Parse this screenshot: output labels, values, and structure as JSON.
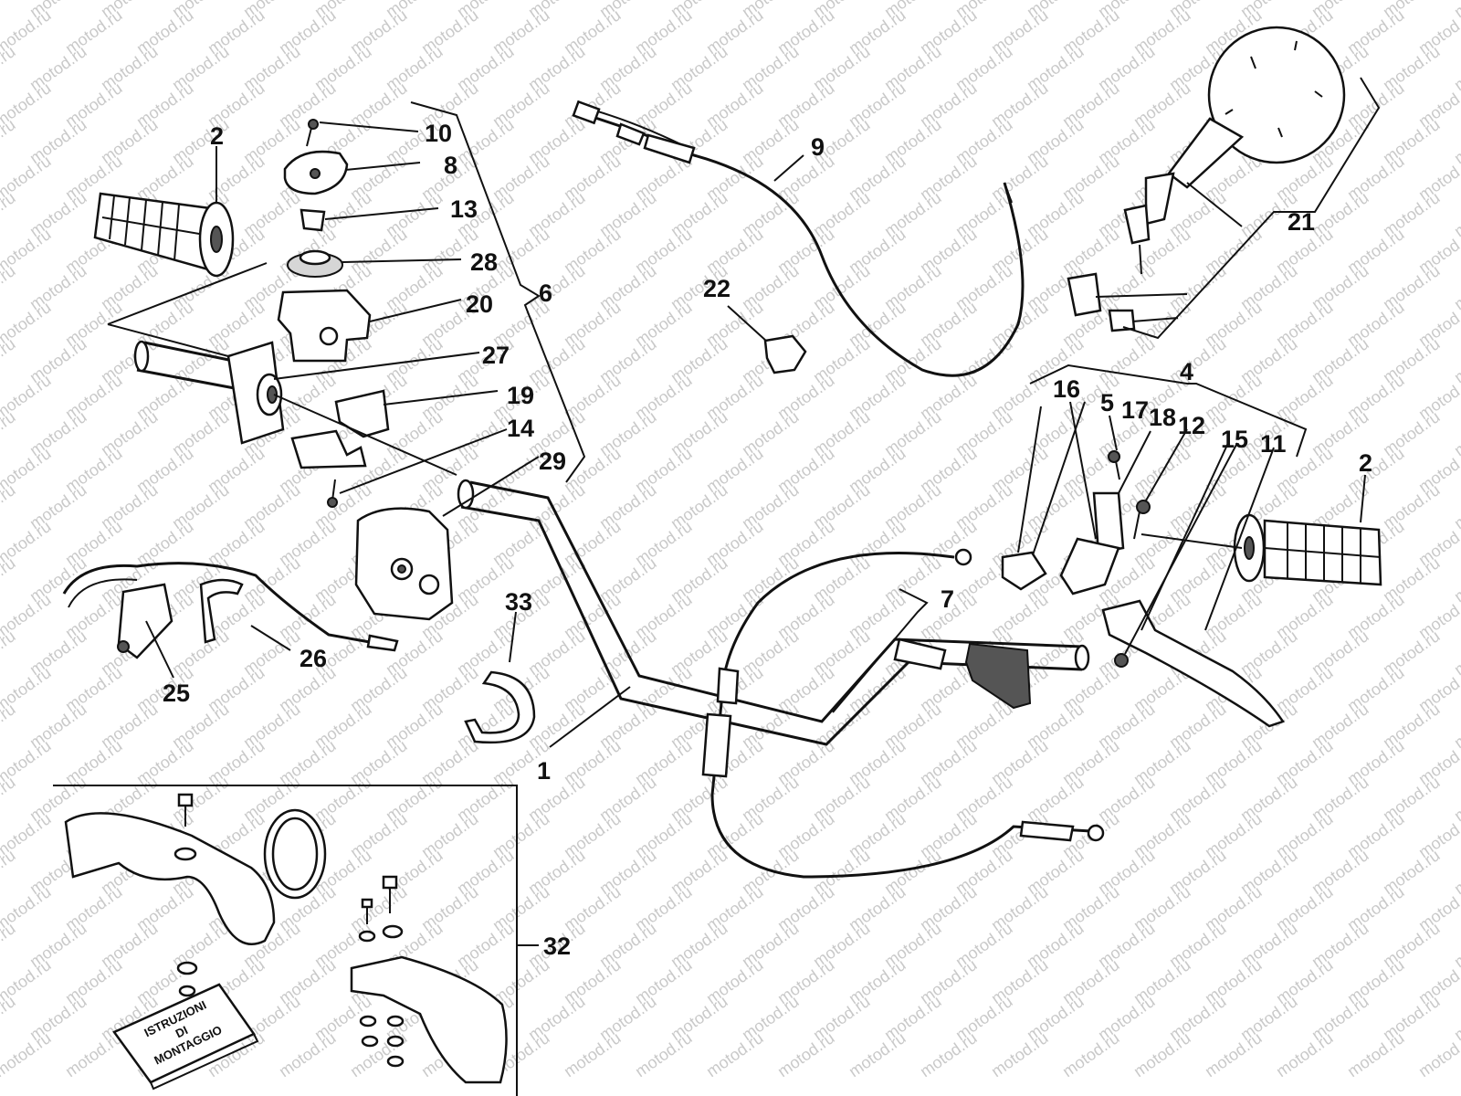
{
  "watermark": "motod.ru",
  "booklet": {
    "line1": "ISTRUZIONI",
    "line2": "DI",
    "line3": "MONTAGGIO"
  },
  "callouts": [
    {
      "id": "1",
      "text": "1"
    },
    {
      "id": "2-left",
      "text": "2"
    },
    {
      "id": "2-right",
      "text": "2"
    },
    {
      "id": "4",
      "text": "4"
    },
    {
      "id": "5",
      "text": "5"
    },
    {
      "id": "6",
      "text": "6"
    },
    {
      "id": "7",
      "text": "7"
    },
    {
      "id": "8",
      "text": "8"
    },
    {
      "id": "9",
      "text": "9"
    },
    {
      "id": "10",
      "text": "10"
    },
    {
      "id": "11",
      "text": "11"
    },
    {
      "id": "12",
      "text": "12"
    },
    {
      "id": "13",
      "text": "13"
    },
    {
      "id": "14",
      "text": "14"
    },
    {
      "id": "15",
      "text": "15"
    },
    {
      "id": "16",
      "text": "16"
    },
    {
      "id": "17",
      "text": "17"
    },
    {
      "id": "18",
      "text": "18"
    },
    {
      "id": "19",
      "text": "19"
    },
    {
      "id": "20",
      "text": "20"
    },
    {
      "id": "21",
      "text": "21"
    },
    {
      "id": "22",
      "text": "22"
    },
    {
      "id": "25",
      "text": "25"
    },
    {
      "id": "26",
      "text": "26"
    },
    {
      "id": "27",
      "text": "27"
    },
    {
      "id": "28",
      "text": "28"
    },
    {
      "id": "29",
      "text": "29"
    },
    {
      "id": "32",
      "text": "32"
    },
    {
      "id": "33",
      "text": "33"
    }
  ]
}
